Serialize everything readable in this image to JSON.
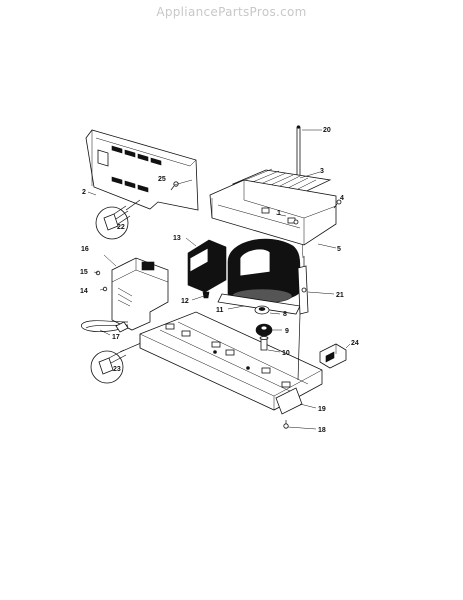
{
  "watermark": "AppliancePartsPros.com",
  "parts": {
    "p1": "1",
    "p2": "2",
    "p3": "3",
    "p4": "4",
    "p5": "5",
    "p8": "8",
    "p9": "9",
    "p10": "10",
    "p11": "11",
    "p12": "12",
    "p13": "13",
    "p14": "14",
    "p15": "15",
    "p16": "16",
    "p17": "17",
    "p18": "18",
    "p19": "19",
    "p20": "20",
    "p21": "21",
    "p22": "22",
    "p23": "23",
    "p24": "24",
    "p25": "25"
  }
}
